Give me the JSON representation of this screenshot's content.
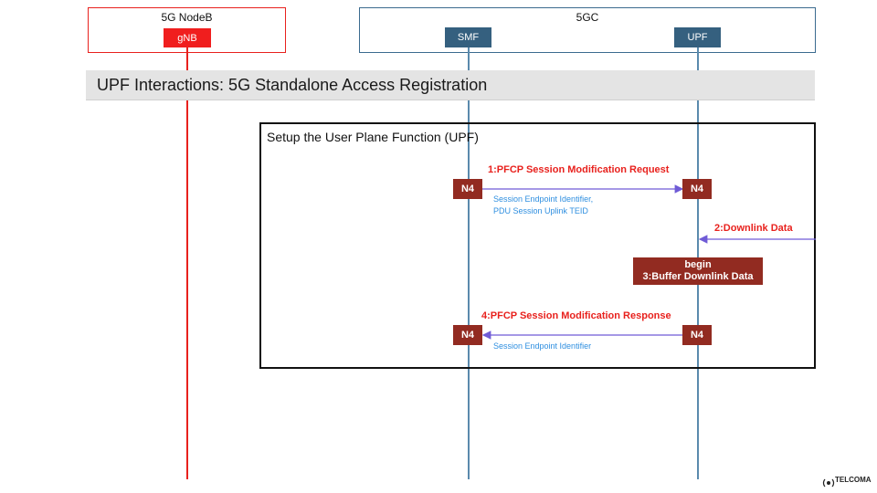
{
  "groups": {
    "ran": {
      "title": "5G NodeB"
    },
    "core": {
      "title": "5GC"
    }
  },
  "entities": {
    "gnb": {
      "label": "gNB"
    },
    "smf": {
      "label": "SMF"
    },
    "upf": {
      "label": "UPF"
    }
  },
  "banner": {
    "title": "UPF Interactions: 5G Standalone Access Registration"
  },
  "setup": {
    "title": "Setup the User Plane Function (UPF)"
  },
  "messages": [
    {
      "label": "1:PFCP Session Modification Request",
      "note_lines": [
        "Session Endpoint Identifier,",
        "PDU Session Uplink TEID"
      ]
    },
    {
      "label": "2:Downlink Data"
    },
    {
      "label": "4:PFCP Session Modification Response",
      "note_lines": [
        "Session Endpoint Identifier"
      ]
    }
  ],
  "interface_label": "N4",
  "action": {
    "line1": "begin",
    "line2": "3:Buffer Downlink Data"
  },
  "logo": {
    "name": "TELCOMA"
  },
  "colors": {
    "ran_accent": "#e8211d",
    "core_box": "#3b6b8f",
    "entity_core": "#35607f",
    "lifeline_core": "#5a8aad",
    "n4_box": "#922b21",
    "message_text": "#e8211d",
    "note_text": "#2f8fe0",
    "arrow": "#6f5bd6"
  }
}
